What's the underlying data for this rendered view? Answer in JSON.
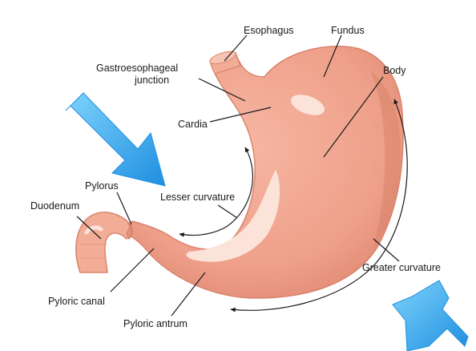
{
  "labels": {
    "esophagus": "Esophagus",
    "fundus": "Fundus",
    "ge_junction_line1": "Gastroesophageal",
    "ge_junction_line2": "junction",
    "body": "Body",
    "cardia": "Cardia",
    "pylorus": "Pylorus",
    "lesser_curvature": "Lesser curvature",
    "duodenum": "Duodenum",
    "greater_curvature": "Greater curvature",
    "pyloric_canal": "Pyloric canal",
    "pyloric_antrum": "Pyloric antrum"
  },
  "colors": {
    "stomach_fill": "#f0a48f",
    "stomach_edge": "#d9836c",
    "stomach_shadow": "#e38f78",
    "highlight": "#fbe3d9",
    "duodenum_fill": "#f2ad97",
    "arrow_light": "#5ec3f5",
    "arrow_dark": "#1f8fe0",
    "leader_line": "#1a1a1a"
  },
  "icons": [
    "blue-arrow-icon"
  ]
}
